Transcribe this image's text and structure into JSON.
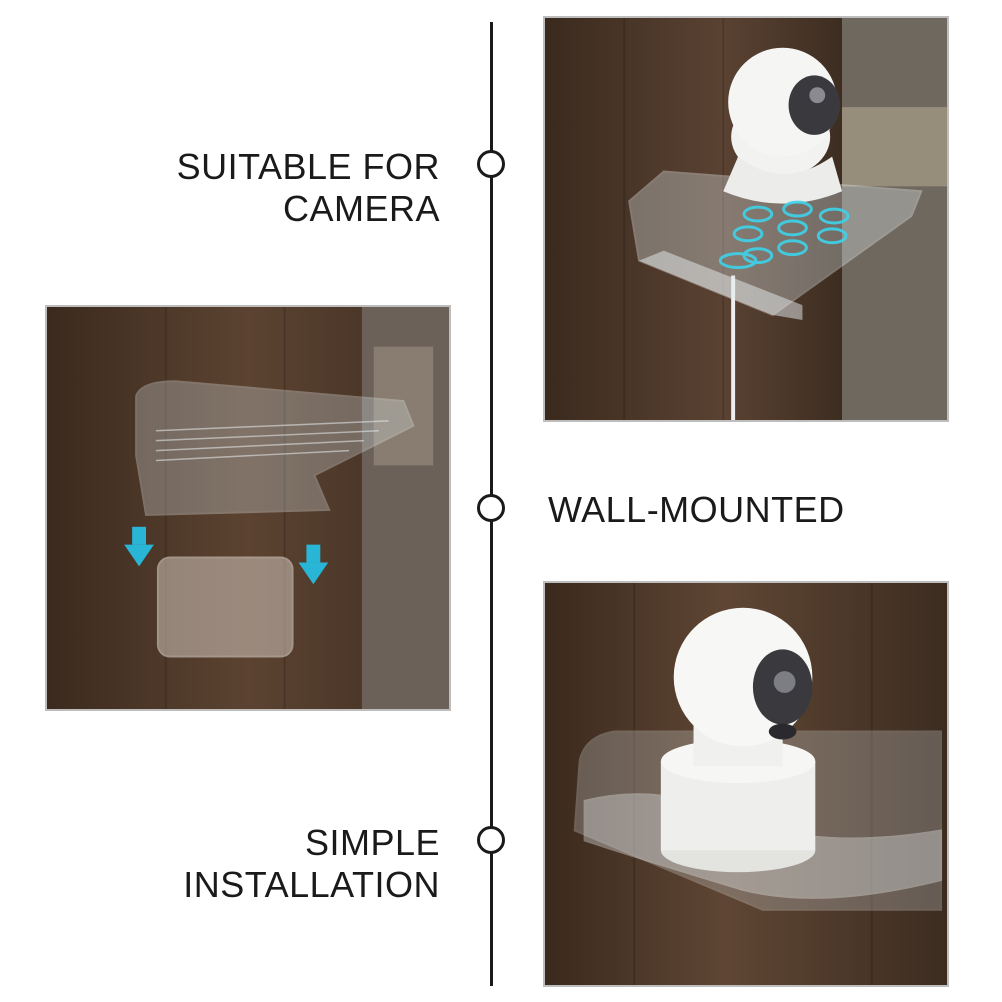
{
  "features": [
    {
      "lines": [
        "SUITABLE FOR",
        "CAMERA"
      ]
    },
    {
      "lines": [
        "WALL-MOUNTED"
      ]
    },
    {
      "lines": [
        "SIMPLE",
        "INSTALLATION"
      ]
    }
  ],
  "colors": {
    "wood_dark": "#3b2a1e",
    "wood_light": "#5c4331",
    "arrow": "#29b6d6",
    "text": "#1a1a1a",
    "frame": "#bdbdbd"
  },
  "icons": [
    "arrow-down-icon",
    "timeline-node-icon"
  ]
}
